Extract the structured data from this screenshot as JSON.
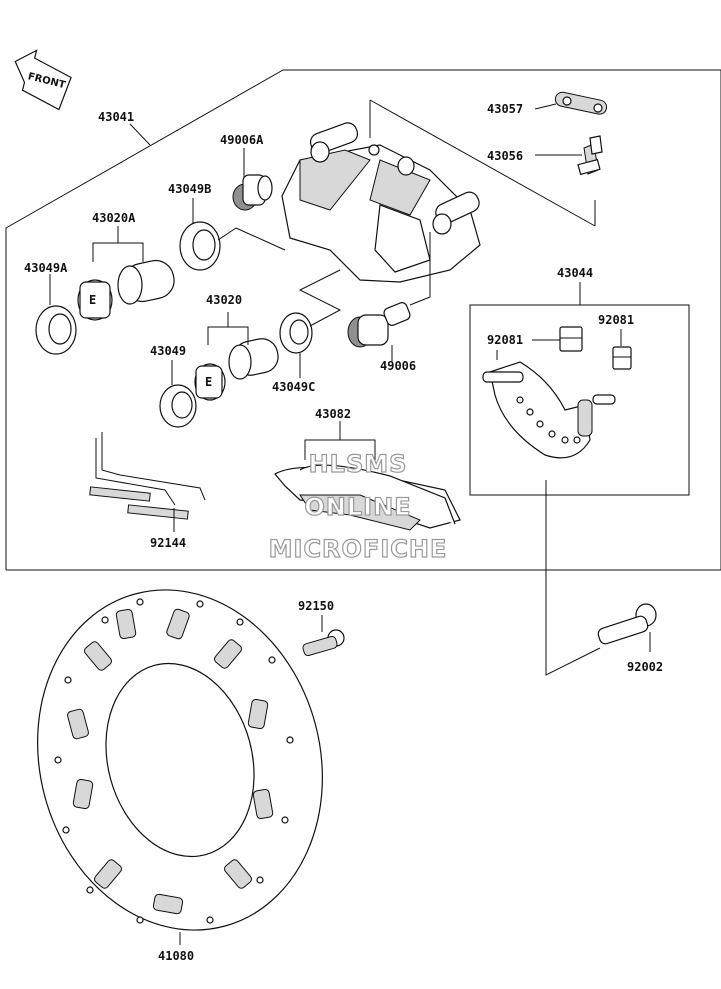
{
  "front_label": "FRONT",
  "watermark": [
    "HLSMS",
    "ONLINE",
    "MICROFICHE"
  ],
  "parts": {
    "p43041": "43041",
    "p43057": "43057",
    "p43056": "43056",
    "p49006A": "49006A",
    "p43049B": "43049B",
    "p43020A": "43020A",
    "p43049A": "43049A",
    "p43044": "43044",
    "p92081_left": "92081",
    "p92081_right": "92081",
    "p43020": "43020",
    "p43049": "43049",
    "p49006": "49006",
    "p43049C": "43049C",
    "p43082": "43082",
    "p92144": "92144",
    "p92150": "92150",
    "p92002": "92002",
    "p41080": "41080"
  }
}
